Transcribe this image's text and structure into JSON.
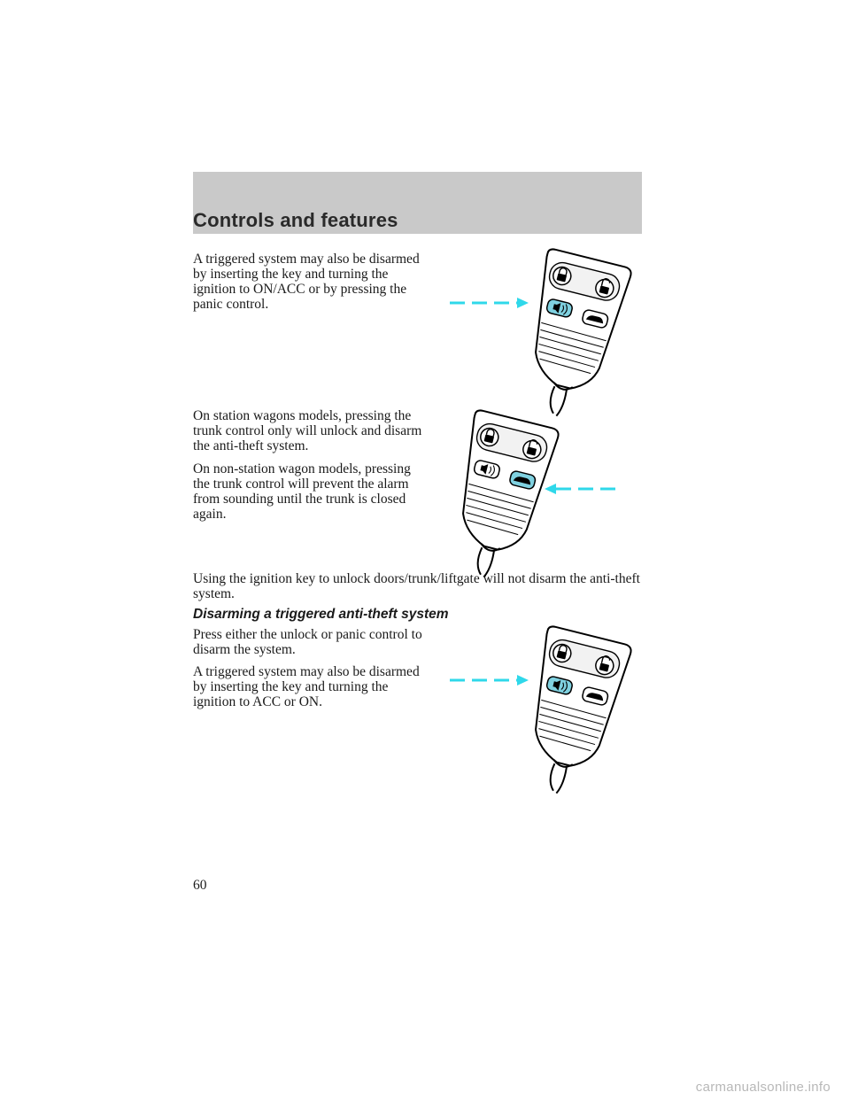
{
  "header": {
    "title": "Controls and features"
  },
  "sections": {
    "p1": "A triggered system may also be disarmed by inserting the key and turning the ignition to ON/ACC or by pressing the panic control.",
    "p2": "On station wagons models, pressing the trunk control only will unlock and disarm the anti-theft system.",
    "p3": "On non-station wagon models, pressing the trunk control will prevent the alarm from sounding until the trunk is closed again.",
    "p4": "Using the ignition key to unlock doors/trunk/liftgate will not disarm the anti-theft system.",
    "subheading": "Disarming a triggered anti-theft system",
    "p5": "Press either the unlock or panic control to disarm the system.",
    "p6": "A triggered system may also be disarmed by inserting the key and turning the ignition to ACC or ON."
  },
  "figures": [
    {
      "highlighted_button": "panic",
      "pointer": "left"
    },
    {
      "highlighted_button": "trunk",
      "pointer": "right"
    },
    {
      "highlighted_button": "panic",
      "pointer": "left"
    }
  ],
  "colors": {
    "highlight": "#7fd1e0",
    "arrow": "#2fd8ea",
    "header_band": "#c9c9c9"
  },
  "footer": {
    "page_number": "60",
    "watermark": "carmanualsonline.info"
  }
}
